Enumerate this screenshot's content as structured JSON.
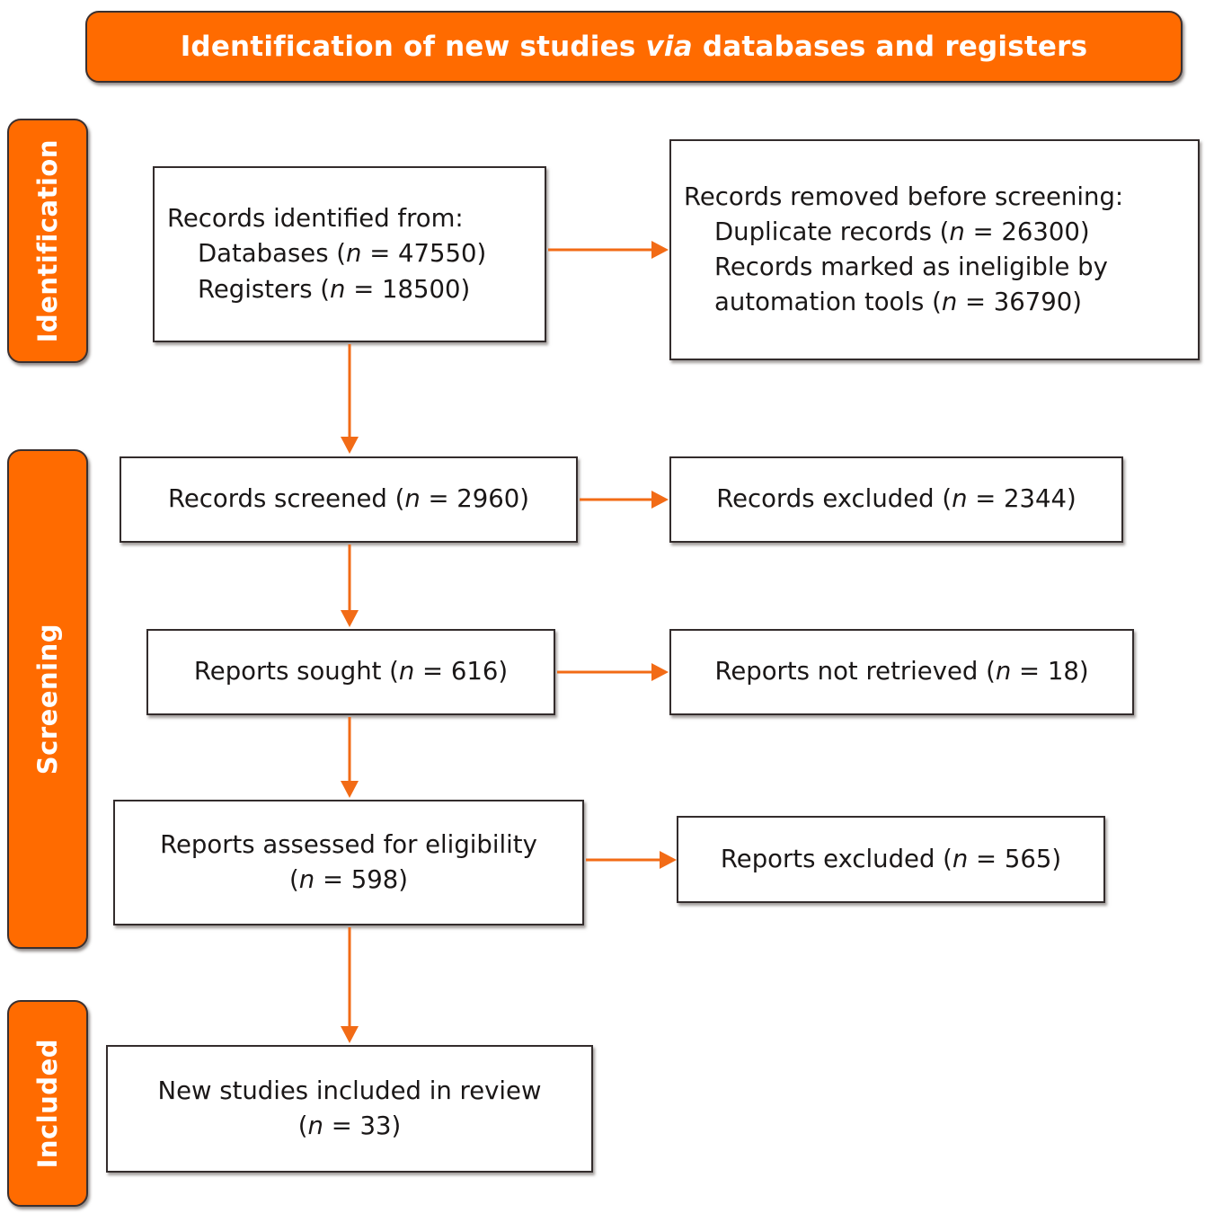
{
  "banner": {
    "title_part1": "Identification of new studies ",
    "title_italic": "via",
    "title_part2": " databases and registers"
  },
  "colors": {
    "accent_orange": "#FF6B00",
    "arrow_orange": "#F26B16",
    "box_border": "#332C2C",
    "banner_text": "#FFFFFF"
  },
  "stages": [
    {
      "id": "identification",
      "label": "Identification"
    },
    {
      "id": "screening",
      "label": "Screening"
    },
    {
      "id": "included",
      "label": "Included"
    }
  ],
  "boxes": {
    "records_identified": {
      "line1": "Records identified from:",
      "line2": "Databases (",
      "line2_italic": "n",
      "line2_end": " = 47550)",
      "line3": "Registers (",
      "line3_italic": "n",
      "line3_end": " = 18500)"
    },
    "records_removed": {
      "line1": "Records removed before screening:",
      "line2": "Duplicate records (",
      "line2_italic": "n",
      "line2_end": " = 26300)",
      "line3": "Records marked as ineligible by",
      "line4": "automation tools (",
      "line4_italic": "n",
      "line4_end": " = 36790)"
    },
    "records_screened": {
      "text": "Records screened (",
      "italic": "n",
      "text_end": " = 2960)"
    },
    "records_excluded": {
      "text": "Records excluded (",
      "italic": "n",
      "text_end": " = 2344)"
    },
    "reports_sought": {
      "text": "Reports sought (",
      "italic": "n",
      "text_end": " = 616)"
    },
    "reports_not_retrieved": {
      "text": "Reports not retrieved (",
      "italic": "n",
      "text_end": " = 18)"
    },
    "reports_assessed": {
      "line1": "Reports assessed for eligibility",
      "line2": "(",
      "line2_italic": "n",
      "line2_end": " = 598)"
    },
    "reports_excluded": {
      "text": "Reports excluded (",
      "italic": "n",
      "text_end": " = 565)"
    },
    "new_studies_included": {
      "line1": "New studies included in review",
      "line2": "(",
      "line2_italic": "n",
      "line2_end": " = 33)"
    }
  },
  "flow_data": {
    "type": "flowchart",
    "standard": "PRISMA 2020",
    "counts": {
      "databases": 47550,
      "registers": 18500,
      "duplicate_records_removed": 26300,
      "ineligible_by_automation_tools": 36790,
      "records_screened": 2960,
      "records_excluded": 2344,
      "reports_sought": 616,
      "reports_not_retrieved": 18,
      "reports_assessed_for_eligibility": 598,
      "reports_excluded": 565,
      "new_studies_included_in_review": 33
    }
  }
}
